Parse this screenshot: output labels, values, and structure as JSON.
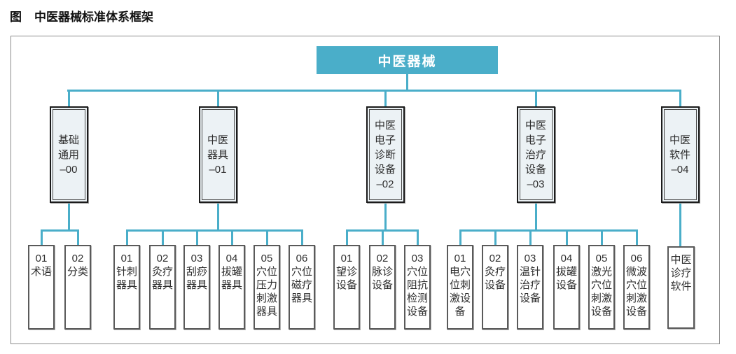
{
  "figure": {
    "label": "图",
    "title": "中医器械标准体系框架"
  },
  "colors": {
    "accent_teal": "#4AAEC9",
    "branch_fill": "#ECF2F5",
    "branch_border": "#1B1B1B",
    "leaf_border": "#5A5A5A",
    "frame_border": "#8C8C8C",
    "root_text": "#FFFFFF",
    "node_text": "#2E2E2E"
  },
  "tree": {
    "root": {
      "label": "中医器械"
    },
    "branches": [
      {
        "code": "-00",
        "lines": [
          "基础",
          "通用",
          "–00"
        ],
        "children": [
          {
            "num": "01",
            "name_lines": [
              "术语"
            ]
          },
          {
            "num": "02",
            "name_lines": [
              "分类"
            ]
          }
        ]
      },
      {
        "code": "-01",
        "lines": [
          "中医",
          "器具",
          "–01"
        ],
        "children": [
          {
            "num": "01",
            "name_lines": [
              "针刺",
              "器具"
            ]
          },
          {
            "num": "02",
            "name_lines": [
              "灸疗",
              "器具"
            ]
          },
          {
            "num": "03",
            "name_lines": [
              "刮痧",
              "器具"
            ]
          },
          {
            "num": "04",
            "name_lines": [
              "拔罐",
              "器具"
            ]
          },
          {
            "num": "05",
            "name_lines": [
              "穴位",
              "压力",
              "刺激",
              "器具"
            ]
          },
          {
            "num": "06",
            "name_lines": [
              "穴位",
              "磁疗",
              "器具"
            ]
          }
        ]
      },
      {
        "code": "-02",
        "lines": [
          "中医",
          "电子",
          "诊断",
          "设备",
          "–02"
        ],
        "children": [
          {
            "num": "01",
            "name_lines": [
              "望诊",
              "设备"
            ]
          },
          {
            "num": "02",
            "name_lines": [
              "脉诊",
              "设备"
            ]
          },
          {
            "num": "03",
            "name_lines": [
              "穴位",
              "阻抗",
              "检测",
              "设备"
            ]
          }
        ]
      },
      {
        "code": "-03",
        "lines": [
          "中医",
          "电子",
          "治疗",
          "设备",
          "–03"
        ],
        "children": [
          {
            "num": "01",
            "name_lines": [
              "电穴",
              "位刺",
              "激设",
              "备"
            ]
          },
          {
            "num": "02",
            "name_lines": [
              "灸疗",
              "设备"
            ]
          },
          {
            "num": "03",
            "name_lines": [
              "温针",
              "治疗",
              "设备"
            ]
          },
          {
            "num": "04",
            "name_lines": [
              "拔罐",
              "设备"
            ]
          },
          {
            "num": "05",
            "name_lines": [
              "激光",
              "穴位",
              "刺激",
              "设备"
            ]
          },
          {
            "num": "06",
            "name_lines": [
              "微波",
              "穴位",
              "刺激",
              "设备"
            ]
          }
        ]
      },
      {
        "code": "-04",
        "lines": [
          "中医",
          "软件",
          "–04"
        ],
        "children": [
          {
            "name_lines": [
              "中医",
              "诊疗",
              "软件"
            ]
          }
        ]
      }
    ]
  }
}
